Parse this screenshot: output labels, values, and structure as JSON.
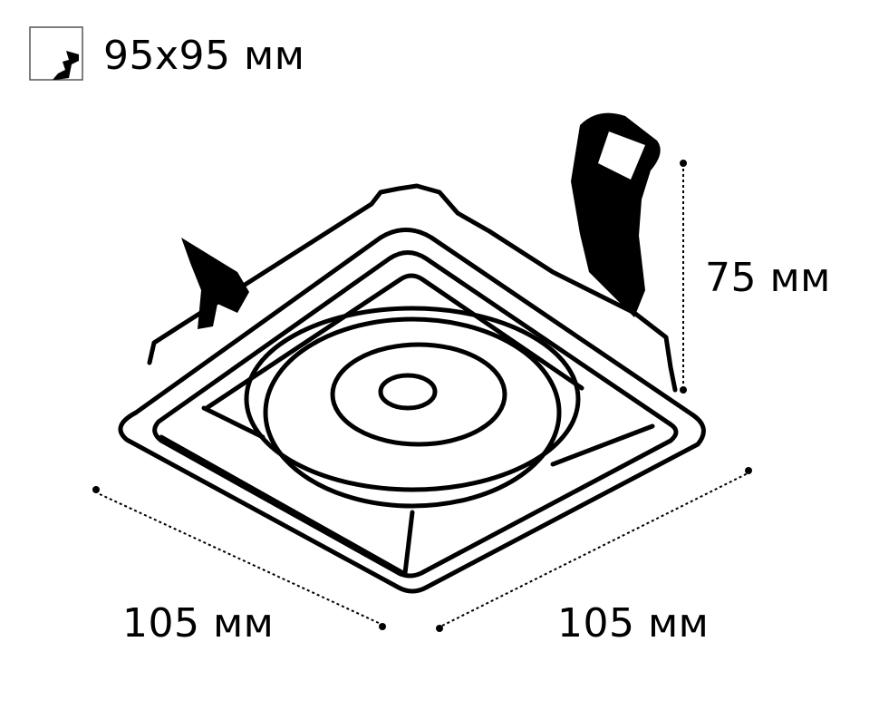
{
  "cutout": {
    "icon": "ceiling-cutout-icon",
    "label": "95x95 мм"
  },
  "dimensions": {
    "height": {
      "label": "75 мм"
    },
    "width_left": {
      "label": "105 мм"
    },
    "width_right": {
      "label": "105 мм"
    }
  },
  "drawing": {
    "subject": "square recessed downlight line drawing",
    "stroke_color": "#000000",
    "background_color": "#ffffff"
  }
}
